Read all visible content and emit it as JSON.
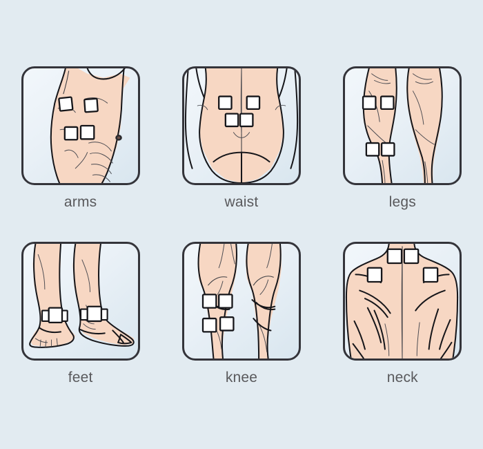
{
  "page": {
    "title": "Electrode pad placement chart",
    "background_color": "#e2ebf1",
    "panel_border_color": "#34343a",
    "skin_color": "#f7d7c3",
    "pad_color": "#ffffff",
    "caption_color": "#59595c",
    "columns": 3,
    "rows": 2
  },
  "panels": [
    {
      "id": "arms",
      "label": "arms",
      "body_region": "upper arm and shoulder, side view",
      "pad_count": 4,
      "icon": "arms-body-diagram-icon"
    },
    {
      "id": "waist",
      "label": "waist",
      "body_region": "lower back and hips, rear view",
      "pad_count": 4,
      "icon": "waist-body-diagram-icon"
    },
    {
      "id": "legs",
      "label": "legs",
      "body_region": "calves, rear view",
      "pad_count": 4,
      "icon": "legs-body-diagram-icon"
    },
    {
      "id": "feet",
      "label": "feet",
      "body_region": "ankles and feet, front view",
      "pad_count": 2,
      "icon": "feet-body-diagram-icon"
    },
    {
      "id": "knee",
      "label": "knee",
      "body_region": "knees, front view",
      "pad_count": 4,
      "icon": "knee-body-diagram-icon"
    },
    {
      "id": "neck",
      "label": "neck",
      "body_region": "upper back and shoulders, rear view",
      "pad_count": 4,
      "icon": "neck-body-diagram-icon"
    }
  ]
}
